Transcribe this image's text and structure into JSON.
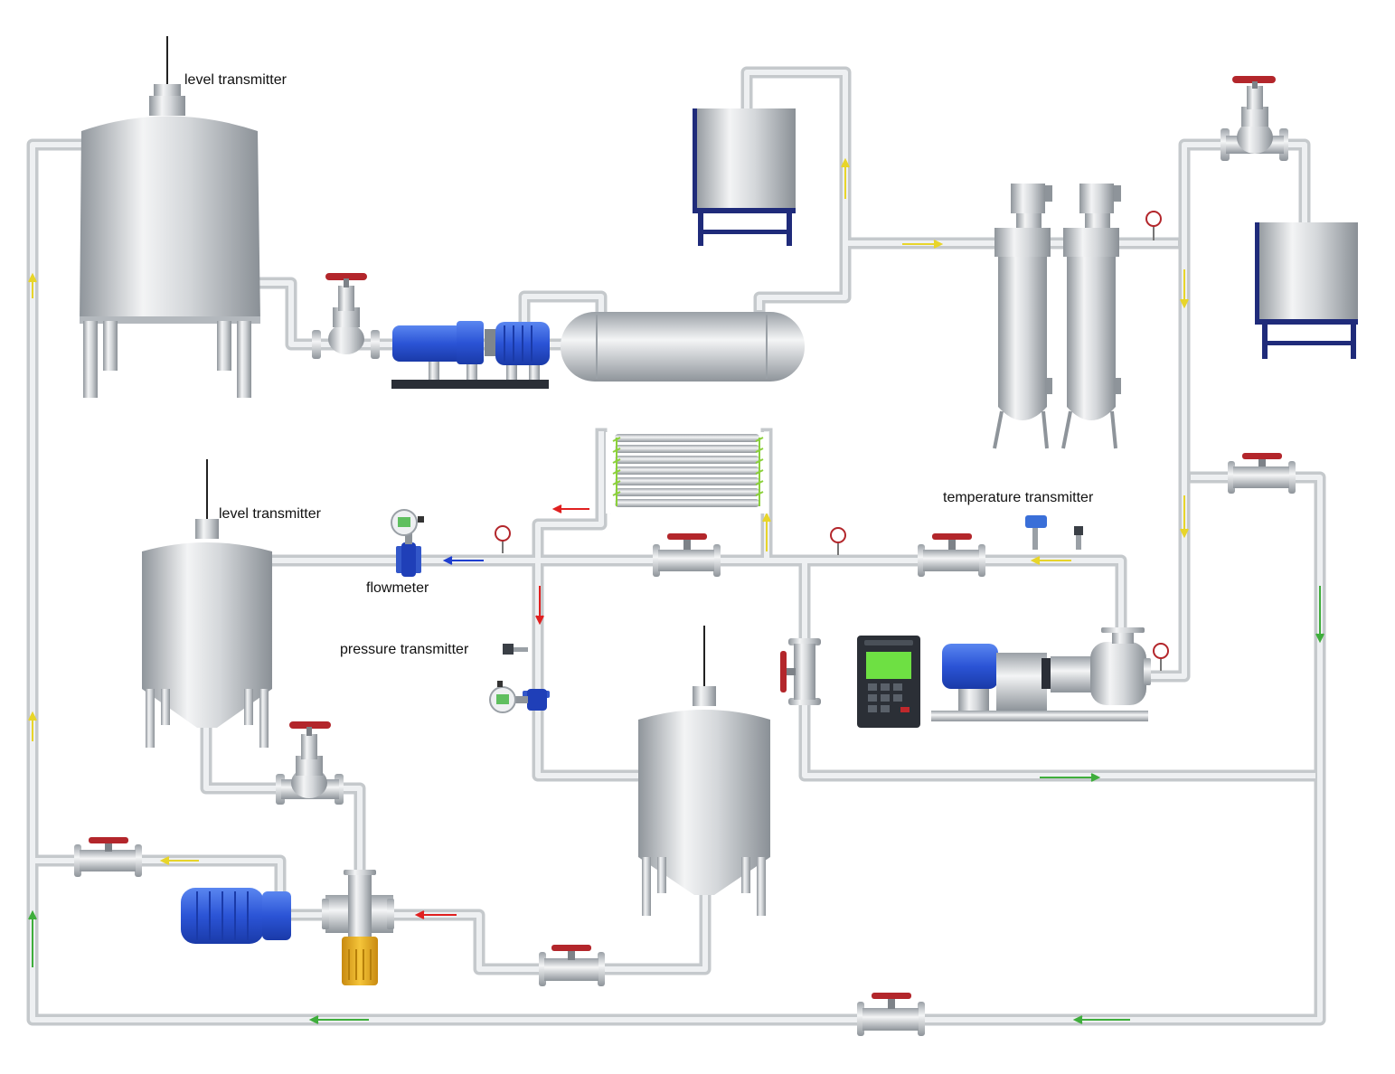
{
  "labels": {
    "level_transmitter_top": "level transmitter",
    "level_transmitter_mid": "level transmitter",
    "flowmeter": "flowmeter",
    "pressure_transmitter": "pressure transmitter",
    "temperature_transmitter": "temperature transmitter"
  },
  "colors": {
    "pipe_outer": "#c9cdd0",
    "pipe_inner": "#eef0f2",
    "steel_dark": "#9aa0a6",
    "steel_light": "#f1f3f4",
    "motor_blue": "#2f5bd6",
    "valve_red": "#b3262b",
    "frame_navy": "#1f2b7a",
    "arrow_yellow": "#e8d52a",
    "arrow_green": "#3fae3c",
    "arrow_red": "#e02020",
    "arrow_blue": "#1f3fd0",
    "controller_screen": "#6ee043",
    "gear_yellow": "#e8b018"
  },
  "icons": [
    "gauge-icon",
    "valve-handwheel-icon",
    "motor-icon",
    "arrow-icon"
  ]
}
